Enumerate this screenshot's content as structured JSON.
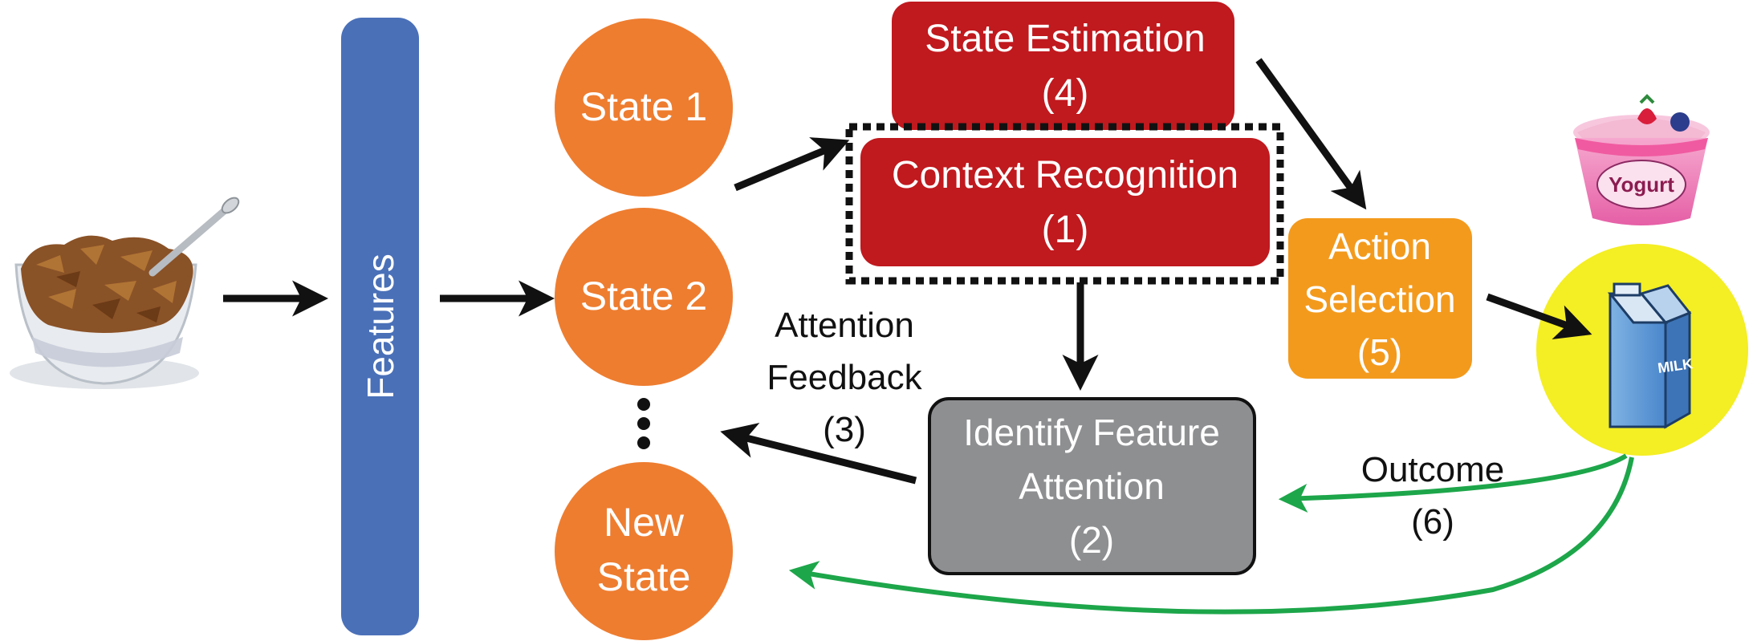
{
  "features": {
    "label": "Features"
  },
  "states": {
    "state1": "State 1",
    "state2": "State 2",
    "new_state_line1": "New",
    "new_state_line2": "State"
  },
  "boxes": {
    "state_estimation": {
      "line1": "State Estimation",
      "line2": "(4)"
    },
    "context_recognition": {
      "line1": "Context Recognition",
      "line2": "(1)"
    },
    "action_selection": {
      "line1": "Action",
      "line2": "Selection",
      "line3": "(5)"
    },
    "identify_feature_attention": {
      "line1": "Identify Feature",
      "line2": "Attention",
      "line3": "(2)"
    }
  },
  "labels": {
    "attention_feedback": {
      "line1": "Attention",
      "line2": "Feedback",
      "line3": "(3)"
    },
    "outcome": {
      "line1": "Outcome",
      "line2": "(6)"
    }
  },
  "images": {
    "yogurt_text": "Yogurt",
    "milk_text": "MILK"
  },
  "colors": {
    "features_bar": "#4a70b8",
    "state_circle": "#ee7d30",
    "red_box": "#c0191e",
    "action_box": "#f39a1d",
    "gray_box": "#8e8f91",
    "milk_circle": "#f4ee24",
    "outcome_arrow": "#1da64a"
  }
}
